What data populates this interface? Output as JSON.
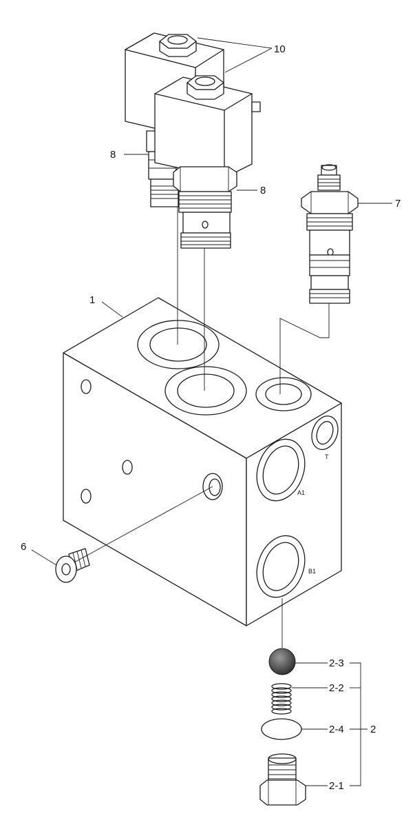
{
  "callouts": {
    "c10": "10",
    "c8a": "8",
    "c8b": "8",
    "c7": "7",
    "c1": "1",
    "c6": "6",
    "c23": "2-3",
    "c22": "2-2",
    "c24": "2-4",
    "c2": "2",
    "c21": "2-1"
  },
  "ports": {
    "T": "T",
    "A1": "A1",
    "B1": "B1"
  },
  "colors": {
    "line": "#1a1a1a",
    "background": "#ffffff"
  }
}
